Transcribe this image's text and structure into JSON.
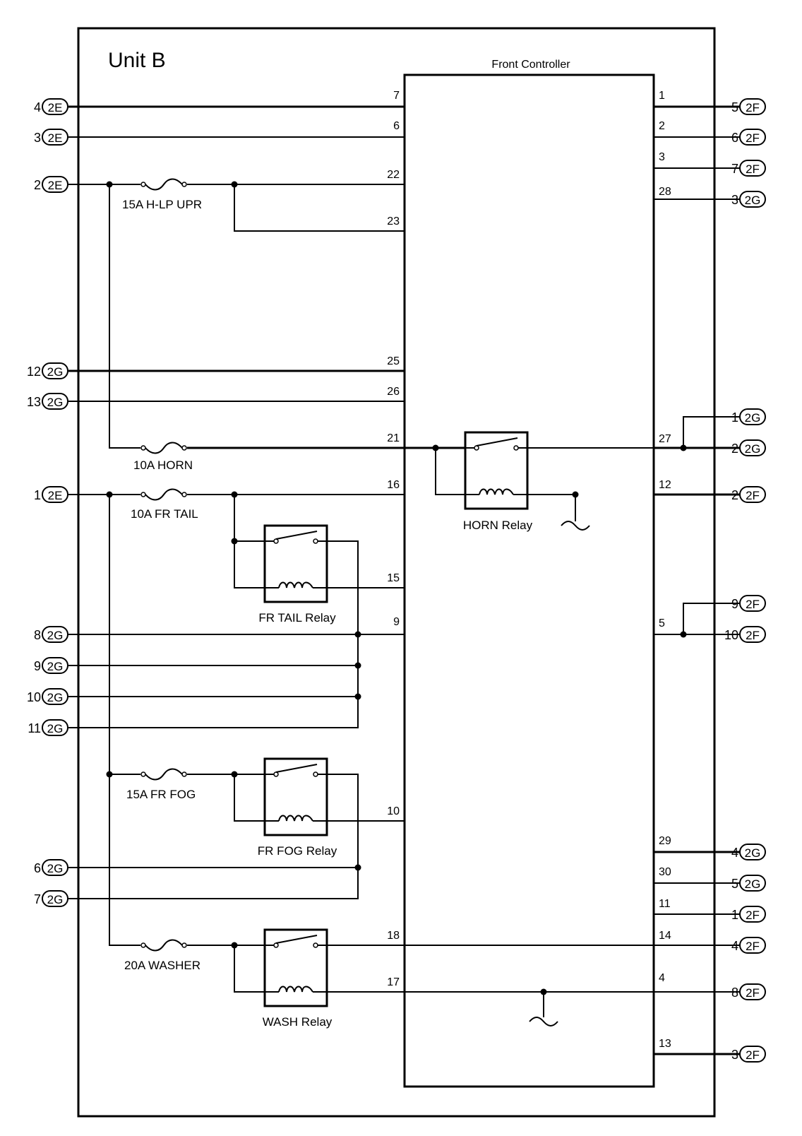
{
  "unit_title": "Unit B",
  "controller_title": "Front Controller",
  "left_connectors": [
    {
      "id": "l-4-2E",
      "num": "4",
      "tag": "2E"
    },
    {
      "id": "l-3-2E",
      "num": "3",
      "tag": "2E"
    },
    {
      "id": "l-2-2E",
      "num": "2",
      "tag": "2E"
    },
    {
      "id": "l-12-2G",
      "num": "12",
      "tag": "2G"
    },
    {
      "id": "l-13-2G",
      "num": "13",
      "tag": "2G"
    },
    {
      "id": "l-1-2E",
      "num": "1",
      "tag": "2E"
    },
    {
      "id": "l-8-2G",
      "num": "8",
      "tag": "2G"
    },
    {
      "id": "l-9-2G",
      "num": "9",
      "tag": "2G"
    },
    {
      "id": "l-10-2G",
      "num": "10",
      "tag": "2G"
    },
    {
      "id": "l-11-2G",
      "num": "11",
      "tag": "2G"
    },
    {
      "id": "l-6-2G",
      "num": "6",
      "tag": "2G"
    },
    {
      "id": "l-7-2G",
      "num": "7",
      "tag": "2G"
    }
  ],
  "right_connectors": [
    {
      "id": "r-5-2F",
      "num": "5",
      "tag": "2F"
    },
    {
      "id": "r-6-2F",
      "num": "6",
      "tag": "2F"
    },
    {
      "id": "r-7-2F",
      "num": "7",
      "tag": "2F"
    },
    {
      "id": "r-3-2G",
      "num": "3",
      "tag": "2G"
    },
    {
      "id": "r-1-2G",
      "num": "1",
      "tag": "2G"
    },
    {
      "id": "r-2-2G",
      "num": "2",
      "tag": "2G"
    },
    {
      "id": "r-2-2F",
      "num": "2",
      "tag": "2F"
    },
    {
      "id": "r-9-2F",
      "num": "9",
      "tag": "2F"
    },
    {
      "id": "r-10-2F",
      "num": "10",
      "tag": "2F"
    },
    {
      "id": "r-4-2G",
      "num": "4",
      "tag": "2G"
    },
    {
      "id": "r-5-2G",
      "num": "5",
      "tag": "2G"
    },
    {
      "id": "r-1-2F",
      "num": "1",
      "tag": "2F"
    },
    {
      "id": "r-4-2F",
      "num": "4",
      "tag": "2F"
    },
    {
      "id": "r-8-2F",
      "num": "8",
      "tag": "2F"
    },
    {
      "id": "r-3-2F",
      "num": "3",
      "tag": "2F"
    }
  ],
  "left_pins": [
    "7",
    "6",
    "22",
    "23",
    "25",
    "26",
    "21",
    "16",
    "15",
    "9",
    "10",
    "18",
    "17"
  ],
  "right_pins": [
    "1",
    "2",
    "3",
    "28",
    "27",
    "12",
    "5",
    "29",
    "30",
    "11",
    "14",
    "4",
    "13"
  ],
  "fuses": [
    "15A H-LP UPR",
    "10A HORN",
    "10A FR TAIL",
    "15A FR FOG",
    "20A WASHER"
  ],
  "relays": [
    "HORN Relay",
    "FR TAIL Relay",
    "FR FOG Relay",
    "WASH Relay"
  ]
}
